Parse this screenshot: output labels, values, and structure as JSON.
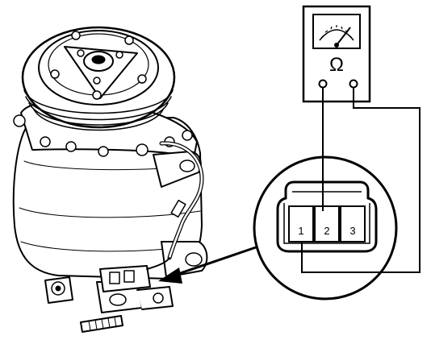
{
  "meter": {
    "symbol": "Ω"
  },
  "connector": {
    "terminals": [
      "1",
      "2",
      "3"
    ]
  },
  "colors": {
    "line": "#000000",
    "background": "#ffffff",
    "shade": "#d9d9d9"
  }
}
